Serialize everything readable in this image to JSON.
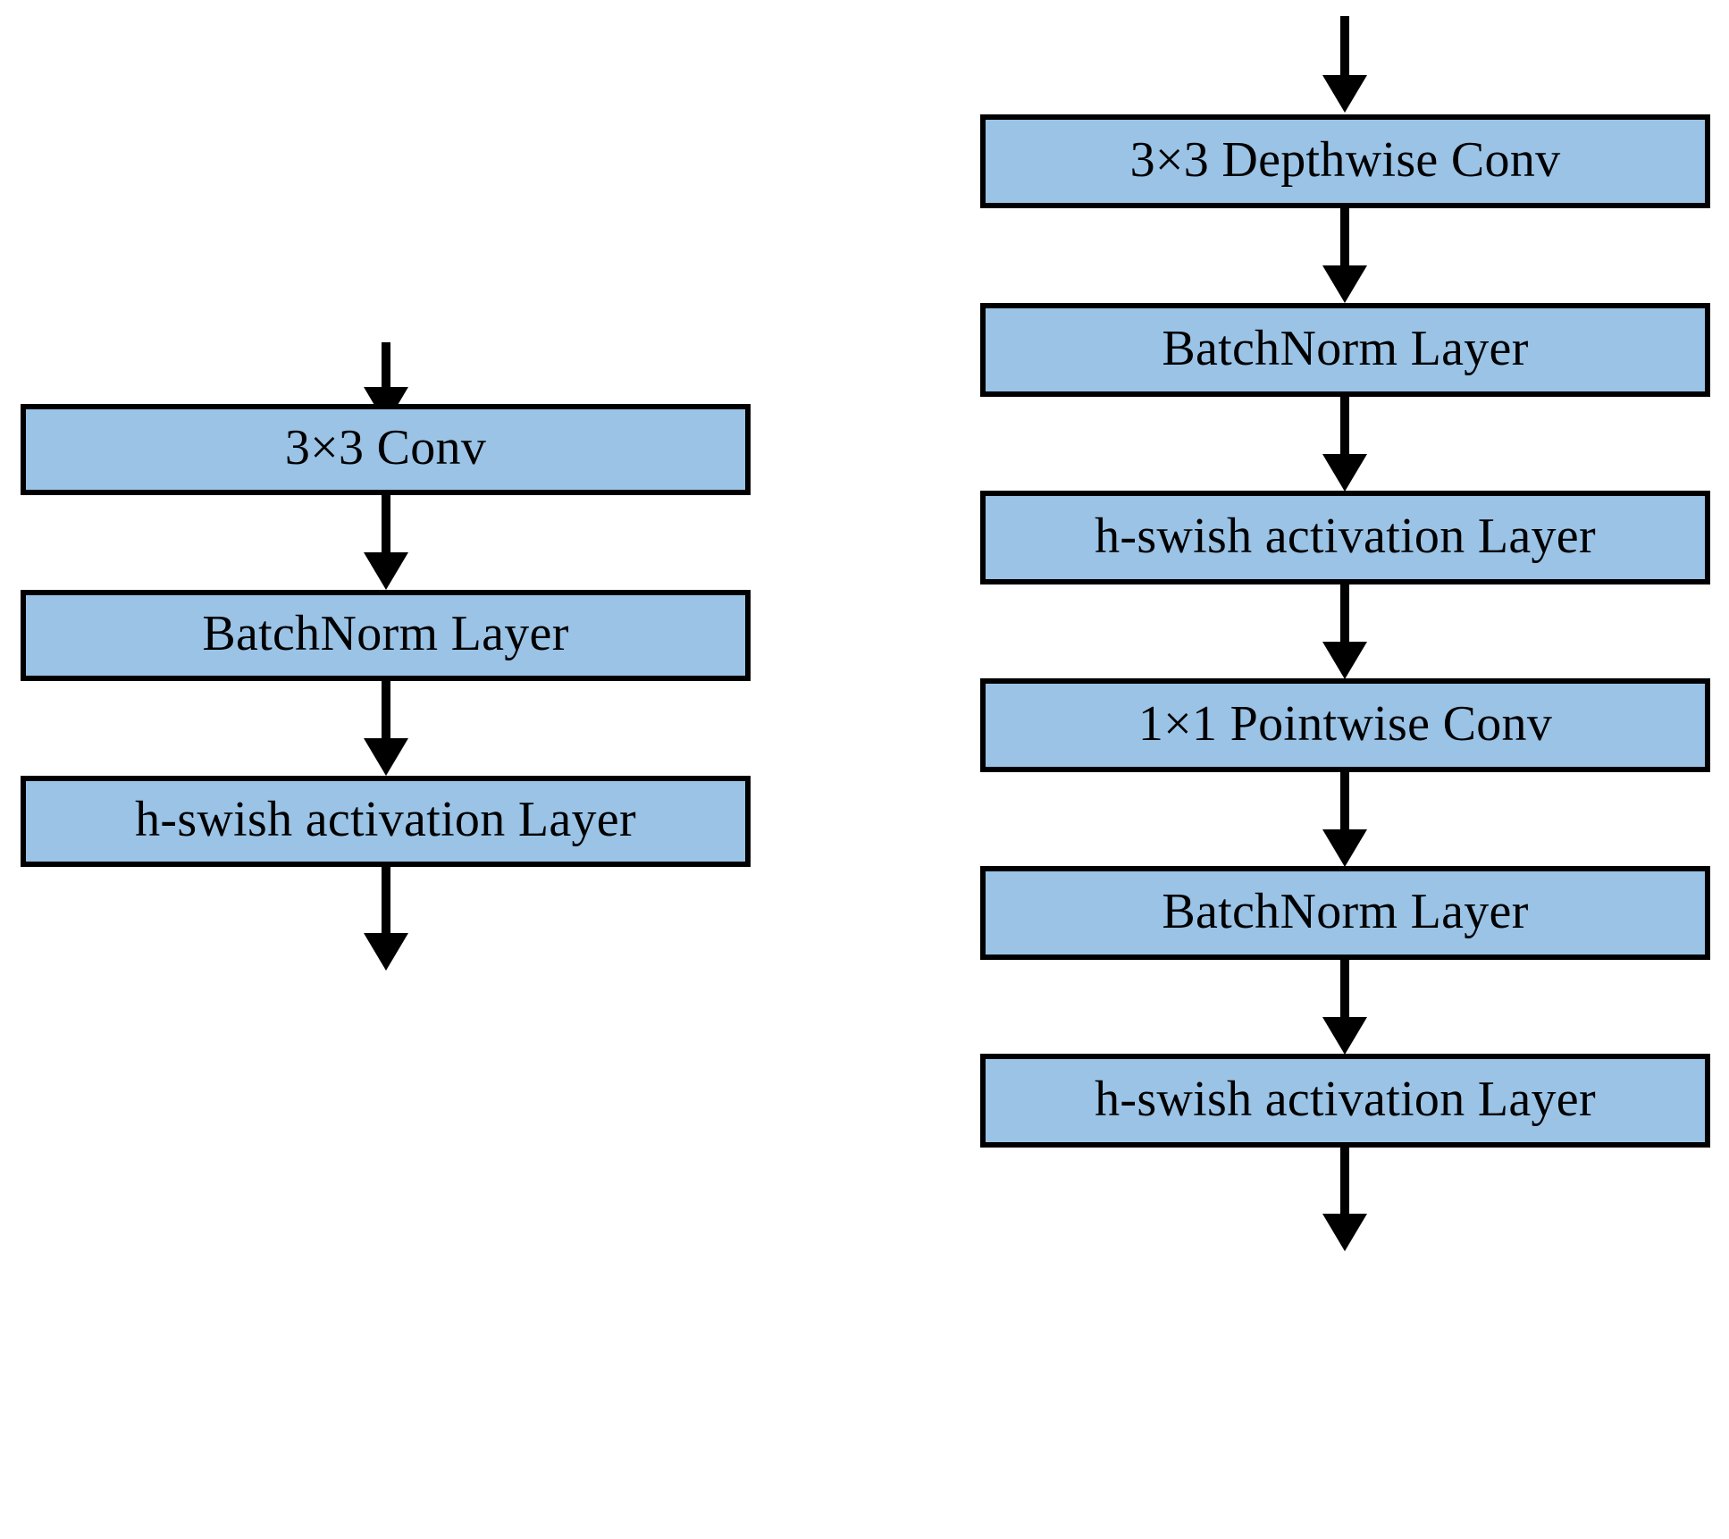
{
  "figure": {
    "type": "flowchart",
    "orientation": "top-to-bottom",
    "columns": 2,
    "box_fill_color": "#9AC3E6",
    "box_border_color": "#000000",
    "arrow_color": "#000000",
    "background_color": "#FFFFFF"
  },
  "left_branch": {
    "name": "standard-convolution-block",
    "nodes": [
      {
        "id": "l1",
        "label": "3×3 Conv"
      },
      {
        "id": "l2",
        "label": "BatchNorm Layer"
      },
      {
        "id": "l3",
        "label": "h-swish activation Layer"
      }
    ],
    "edges": [
      {
        "from": "input",
        "to": "l1"
      },
      {
        "from": "l1",
        "to": "l2"
      },
      {
        "from": "l2",
        "to": "l3"
      },
      {
        "from": "l3",
        "to": "output"
      }
    ]
  },
  "right_branch": {
    "name": "depthwise-separable-convolution-block",
    "nodes": [
      {
        "id": "r1",
        "label": "3×3 Depthwise Conv"
      },
      {
        "id": "r2",
        "label": "BatchNorm Layer"
      },
      {
        "id": "r3",
        "label": "h-swish activation Layer"
      },
      {
        "id": "r4",
        "label": "1×1 Pointwise Conv"
      },
      {
        "id": "r5",
        "label": "BatchNorm Layer"
      },
      {
        "id": "r6",
        "label": "h-swish activation Layer"
      }
    ],
    "edges": [
      {
        "from": "input",
        "to": "r1"
      },
      {
        "from": "r1",
        "to": "r2"
      },
      {
        "from": "r2",
        "to": "r3"
      },
      {
        "from": "r3",
        "to": "r4"
      },
      {
        "from": "r4",
        "to": "r5"
      },
      {
        "from": "r5",
        "to": "r6"
      },
      {
        "from": "r6",
        "to": "output"
      }
    ]
  }
}
